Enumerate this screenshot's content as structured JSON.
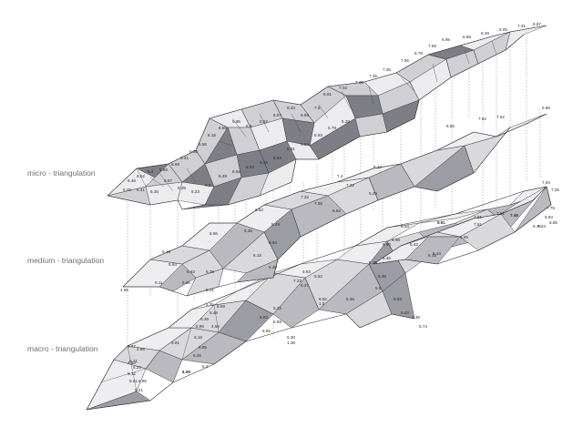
{
  "layers": {
    "micro": {
      "label": "micro - triangulation"
    },
    "medium": {
      "label": "medium - triangulation"
    },
    "macro": {
      "label": "macro - triangulation"
    }
  },
  "micro_values": [
    "6.95",
    "6.59",
    "6.28",
    "6.05",
    "7.31",
    "6.87",
    "7.59",
    "6.78",
    "7.55",
    "7.25",
    "7.35",
    "7.39",
    "7.02",
    "6.91",
    "7.8",
    "6.65",
    "6.43",
    "6.57",
    "6.52",
    "6.9",
    "6.95",
    "6.86",
    "6.15",
    "5.56",
    "5.38",
    "6.41",
    "6.69",
    "5.66",
    "6.4",
    "6.52",
    "6.48",
    "6.29",
    "6.41",
    "6.36",
    "6.67",
    "6.39",
    "6.23",
    "6.2",
    "6.49",
    "6.54",
    "6.33",
    "6.36",
    "6.64",
    "5.51",
    "5.84",
    "5.93",
    "5.79",
    "5.28"
  ],
  "medium_values": [
    "6.85",
    "6.56",
    "7.52",
    "7.52",
    "6.19",
    "6.66",
    "6.35",
    "5.49",
    "7.22",
    "7.4",
    "8.22",
    "6.52",
    "7.65",
    "6.82",
    "6.94",
    "7.94",
    "7.25",
    "7.79",
    "6.83",
    "6.15",
    "5.48",
    "5.93",
    "5.83",
    "5.85",
    "6.35",
    "5.21",
    "5.35",
    "4.85",
    "5.11",
    "5.36",
    "6.81",
    "5.42",
    "7.51",
    "7.46",
    "7.51",
    "6.45",
    "6.90",
    "7.32",
    "5.29",
    "5.14"
  ],
  "macro_values": [
    "7.44",
    "6.85",
    "7.51",
    "7.46",
    "6.61",
    "6.33",
    "6.96",
    "6.55",
    "5.45",
    "5.29",
    "5.28",
    "5.15",
    "6.52",
    "6.47",
    "5.59",
    "5.83",
    "6.30",
    "5.65",
    "6.82",
    "5.22",
    "4.56",
    "6.39",
    "6.48",
    "6.59",
    "6.16",
    "5.85",
    "5.2",
    "5.91",
    "6.25",
    "5.74",
    "5.71",
    "5.23",
    "5.12",
    "6.85",
    "5.21",
    "5.61",
    "5.83",
    "5.74",
    "5.63",
    "4.77",
    "1.36",
    "1.36",
    "1.5",
    "4.83",
    "4.85",
    "4.96",
    "5.96",
    "6.93",
    "7.22",
    "5.5"
  ]
}
